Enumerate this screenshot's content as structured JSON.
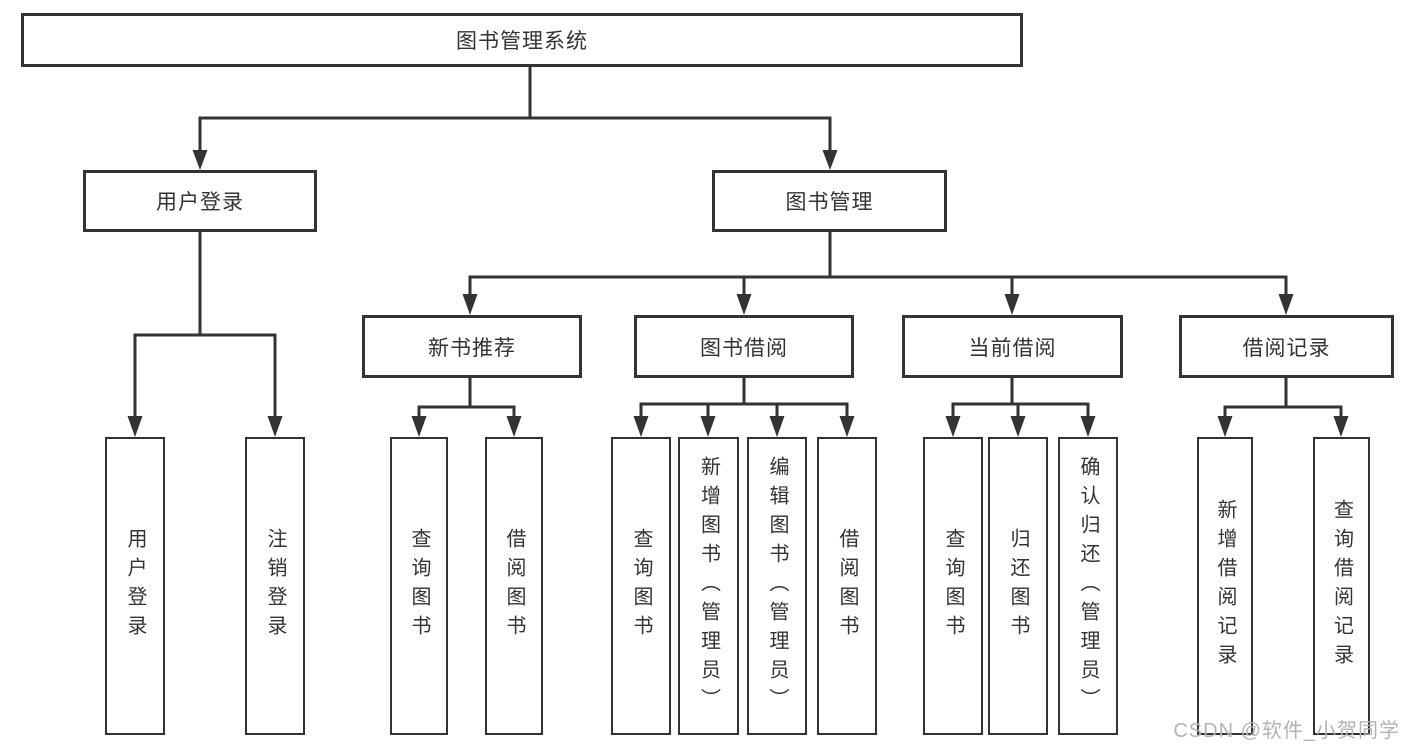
{
  "root": {
    "label": "图书管理系统"
  },
  "level1": {
    "user_login": {
      "label": "用户登录",
      "children": [
        "用户登录",
        "注销登录"
      ]
    },
    "book_mgmt": {
      "label": "图书管理"
    }
  },
  "level2": {
    "new_books": {
      "label": "新书推荐",
      "children": [
        "查询图书",
        "借阅图书"
      ]
    },
    "borrow": {
      "label": "图书借阅",
      "children": [
        "查询图书",
        "新增图书（管理员）",
        "编辑图书（管理员）",
        "借阅图书"
      ]
    },
    "current": {
      "label": "当前借阅",
      "children": [
        "查询图书",
        "归还图书",
        "确认归还（管理员）"
      ]
    },
    "records": {
      "label": "借阅记录",
      "children": [
        "新增借阅记录",
        "查询借阅记录"
      ]
    }
  },
  "watermark": {
    "text": "CSDN @软件_小贺同学"
  },
  "colors": {
    "line": "#333333",
    "text": "#333333",
    "watermark": "#b3b3b3",
    "background": "#ffffff"
  }
}
